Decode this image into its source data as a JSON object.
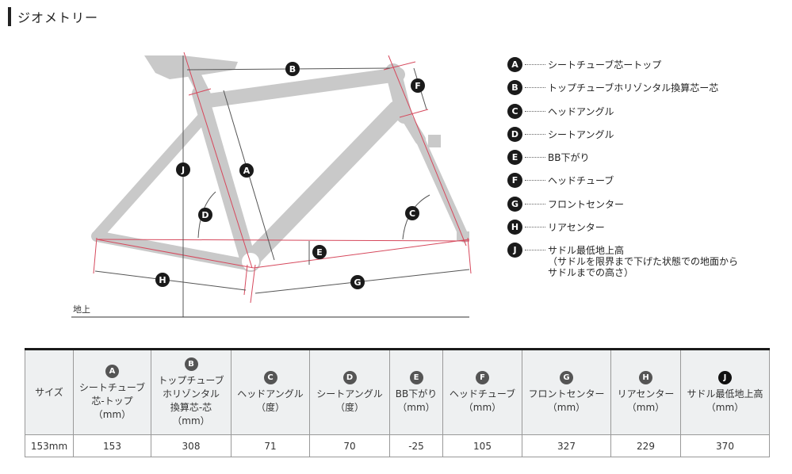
{
  "section": {
    "title": "ジオメトリー"
  },
  "diagram": {
    "ground_label": "地上"
  },
  "legend": [
    {
      "key": "A",
      "label": "シートチューブ芯ートップ"
    },
    {
      "key": "B",
      "label": "トップチューブホリゾンタル換算芯ー芯"
    },
    {
      "key": "C",
      "label": "ヘッドアングル"
    },
    {
      "key": "D",
      "label": "シートアングル"
    },
    {
      "key": "E",
      "label": "BB下がり"
    },
    {
      "key": "F",
      "label": "ヘッドチューブ"
    },
    {
      "key": "G",
      "label": "フロントセンター"
    },
    {
      "key": "H",
      "label": "リアセンター"
    },
    {
      "key": "J",
      "label": "サドル最低地上高\n（サドルを限界まで下げた状態での地面から\nサドルまでの高さ）"
    }
  ],
  "table": {
    "size_header": "サイズ",
    "columns": [
      {
        "key": "A",
        "label": "シートチューブ\n芯-トップ\n（mm）"
      },
      {
        "key": "B",
        "label": "トップチューブ\nホリゾンタル\n換算芯-芯\n（mm）"
      },
      {
        "key": "C",
        "label": "ヘッドアングル\n（度）"
      },
      {
        "key": "D",
        "label": "シートアングル\n（度）"
      },
      {
        "key": "E",
        "label": "BB下がり\n（mm）"
      },
      {
        "key": "F",
        "label": "ヘッドチューブ\n（mm）"
      },
      {
        "key": "G",
        "label": "フロントセンター\n（mm）"
      },
      {
        "key": "H",
        "label": "リアセンター\n（mm）"
      },
      {
        "key": "J",
        "label": "サドル最低地上高\n（mm）"
      }
    ],
    "rows": [
      {
        "size": "153mm",
        "values": [
          "153",
          "308",
          "71",
          "70",
          "-25",
          "105",
          "327",
          "229",
          "370"
        ]
      }
    ]
  }
}
